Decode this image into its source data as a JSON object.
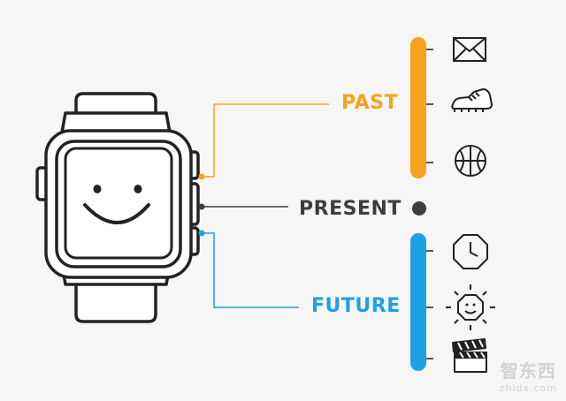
{
  "labels": {
    "past": "PAST",
    "present": "PRESENT",
    "future": "FUTURE"
  },
  "timeline": {
    "past_icons": [
      "envelope-icon",
      "sneaker-icon",
      "basketball-icon"
    ],
    "present_marker": "dot-icon",
    "future_icons": [
      "clock-icon",
      "sun-icon",
      "clapperboard-icon"
    ]
  },
  "watermark": {
    "logo_text": "智东西",
    "url": "zhidx.com"
  },
  "colors": {
    "past": "#f7a21b",
    "present": "#3d3d3d",
    "future": "#1ea0e6",
    "line": "#222222",
    "background": "#f6f6f6"
  }
}
